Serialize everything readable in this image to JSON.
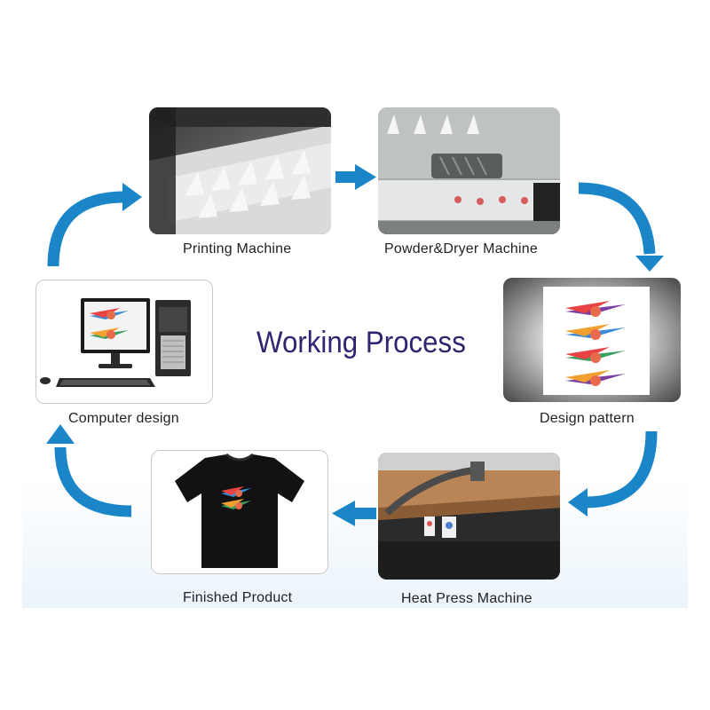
{
  "title": "Working Process",
  "steps": [
    {
      "label": "Printing Machine",
      "icon": "printing-machine-photo"
    },
    {
      "label": "Powder&Dryer Machine",
      "icon": "powder-dryer-machine-photo"
    },
    {
      "label": "Design pattern",
      "icon": "design-pattern-photo"
    },
    {
      "label": "Heat Press Machine",
      "icon": "heat-press-machine-photo"
    },
    {
      "label": "Finished Product",
      "icon": "t-shirt-photo"
    },
    {
      "label": "Computer design",
      "icon": "computer-photo"
    }
  ],
  "colors": {
    "arrow": "#1a86c8",
    "title": "#2d2570"
  }
}
